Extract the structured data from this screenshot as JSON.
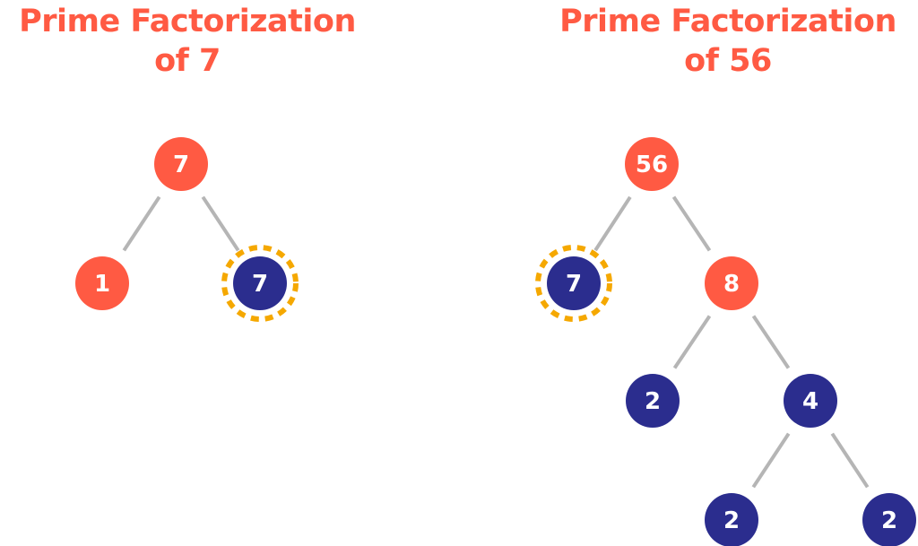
{
  "colors": {
    "composite_node": "#FF5A43",
    "prime_node": "#2B2D8E",
    "highlight_ring": "#F5A800",
    "edge": "#B5B5B5",
    "title": "#FF5A43",
    "node_text": "#FFFFFF"
  },
  "diagrams": [
    {
      "title_line1": "Prime Factorization",
      "title_line2": "of 7",
      "nodes": [
        {
          "id": "a0",
          "label": "7",
          "kind": "composite",
          "highlight": false
        },
        {
          "id": "a1",
          "label": "1",
          "kind": "composite",
          "highlight": false
        },
        {
          "id": "a2",
          "label": "7",
          "kind": "prime",
          "highlight": true
        }
      ],
      "edges": [
        [
          "a0",
          "a1"
        ],
        [
          "a0",
          "a2"
        ]
      ]
    },
    {
      "title_line1": "Prime Factorization",
      "title_line2": "of 56",
      "nodes": [
        {
          "id": "b0",
          "label": "56",
          "kind": "composite",
          "highlight": false
        },
        {
          "id": "b1",
          "label": "7",
          "kind": "prime",
          "highlight": true
        },
        {
          "id": "b2",
          "label": "8",
          "kind": "composite",
          "highlight": false
        },
        {
          "id": "b3",
          "label": "2",
          "kind": "prime",
          "highlight": false
        },
        {
          "id": "b4",
          "label": "4",
          "kind": "prime",
          "highlight": false
        },
        {
          "id": "b5",
          "label": "2",
          "kind": "prime",
          "highlight": false
        },
        {
          "id": "b6",
          "label": "2",
          "kind": "prime",
          "highlight": false
        }
      ],
      "edges": [
        [
          "b0",
          "b1"
        ],
        [
          "b0",
          "b2"
        ],
        [
          "b2",
          "b3"
        ],
        [
          "b2",
          "b4"
        ],
        [
          "b4",
          "b5"
        ],
        [
          "b4",
          "b6"
        ]
      ]
    }
  ]
}
